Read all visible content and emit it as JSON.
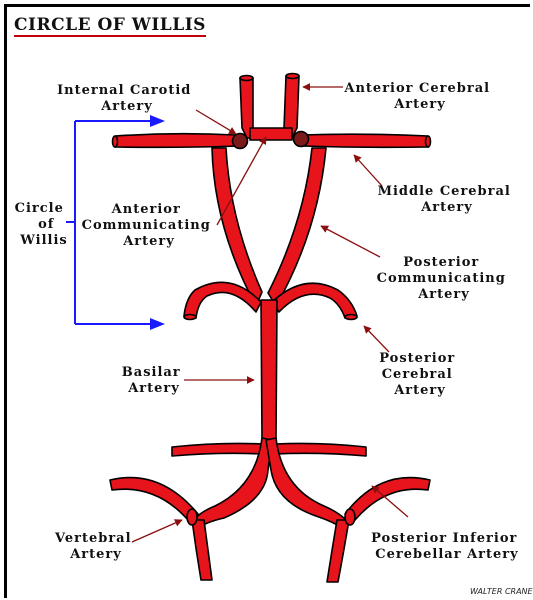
{
  "title": "CIRCLE OF WILLIS",
  "colors": {
    "artery": "#e8141c",
    "pointer": "#8a1010",
    "bracket": "#1a1aff",
    "ink": "#111111"
  },
  "labels": {
    "internal_carotid": [
      "Internal Carotid",
      "Artery"
    ],
    "anterior_cerebral": [
      "Anterior Cerebral",
      "Artery"
    ],
    "middle_cerebral": [
      "Middle Cerebral",
      "Artery"
    ],
    "anterior_communicating": [
      "Anterior",
      "Communicating",
      "Artery"
    ],
    "circle_of_willis": [
      "Circle",
      "of",
      "Willis"
    ],
    "posterior_communicating": [
      "Posterior",
      "Communicating",
      "Artery"
    ],
    "posterior_cerebral": [
      "Posterior",
      "Cerebral",
      "Artery"
    ],
    "basilar": [
      "Basilar",
      "Artery"
    ],
    "vertebral": [
      "Vertebral",
      "Artery"
    ],
    "pica": [
      "Posterior Inferior",
      "Cerebellar Artery"
    ]
  },
  "signature": "WALTER CRANE"
}
